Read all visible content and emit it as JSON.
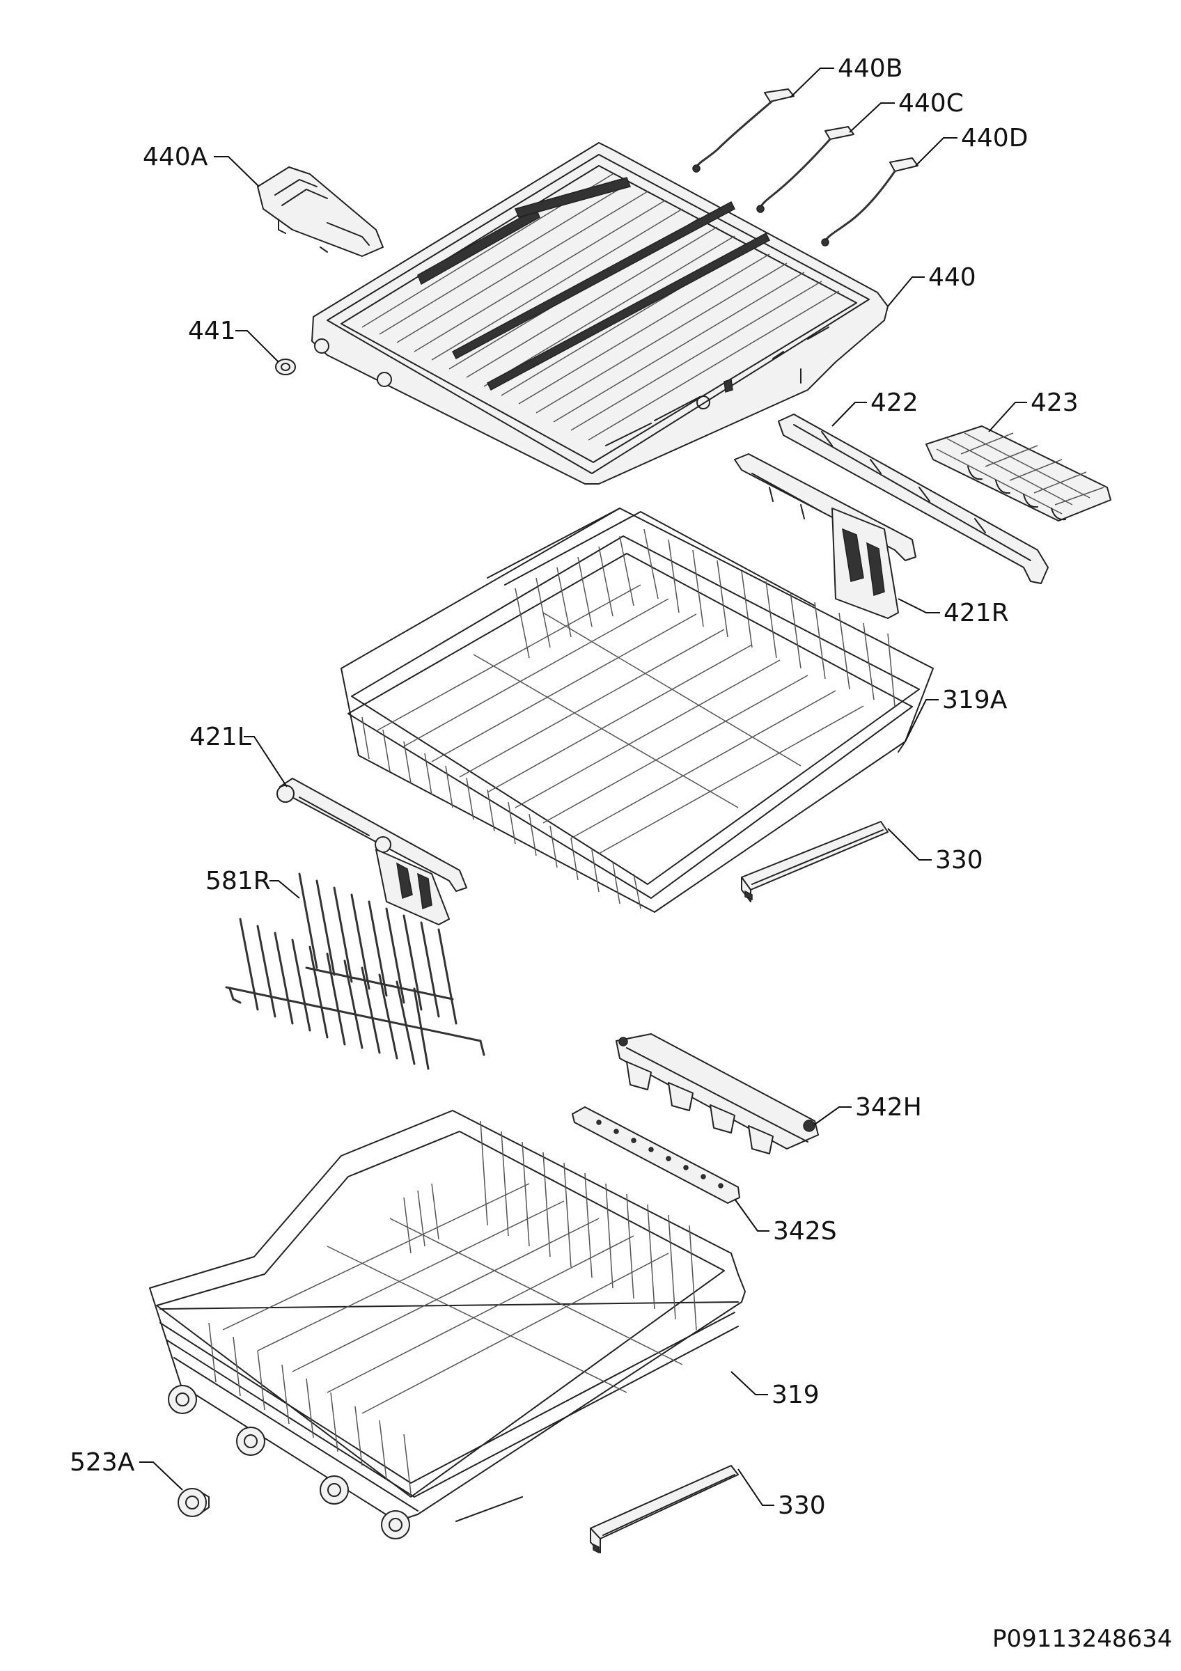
{
  "labels": {
    "l440B": "440B",
    "l440C": "440C",
    "l440D": "440D",
    "l440A": "440A",
    "l440": "440",
    "l441": "441",
    "l422": "422",
    "l423": "423",
    "l421R": "421R",
    "l319A": "319A",
    "l421L": "421L",
    "l581R": "581R",
    "l330a": "330",
    "l342H": "342H",
    "l342S": "342S",
    "l319": "319",
    "l523A": "523A",
    "l330b": "330"
  },
  "footer": {
    "code": "P09113248634"
  }
}
